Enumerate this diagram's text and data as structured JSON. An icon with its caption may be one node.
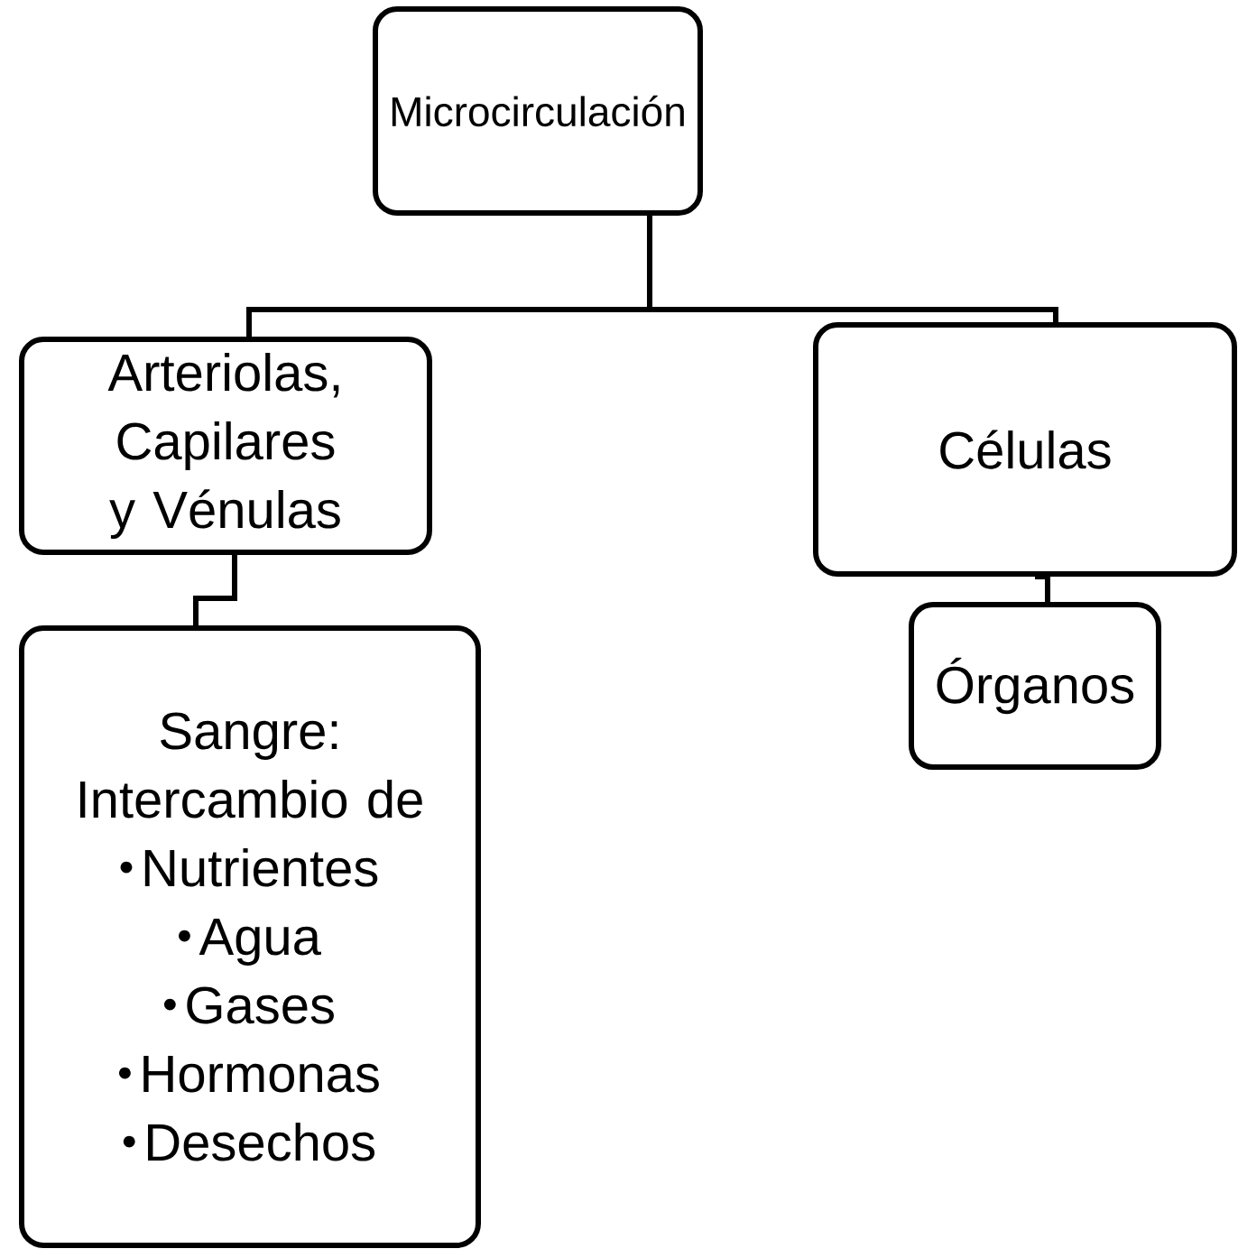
{
  "diagram": {
    "nodes": [
      {
        "text": [
          "Microcirculación"
        ]
      },
      {
        "text": [
          "Arteriolas, Capilares y Vénulas"
        ]
      },
      {
        "text": [
          "Células"
        ]
      },
      {
        "text": [
          "Sangre: Intercambio de",
          "Nutrientes",
          "Agua",
          "Gases",
          "Hormonas",
          "Desechos"
        ]
      },
      {
        "text": [
          "Órganos"
        ]
      }
    ],
    "edges": [
      {
        "from": 0,
        "to": 1,
        "arrow": "none"
      },
      {
        "from": 0,
        "to": 2,
        "arrow": "none"
      },
      {
        "from": 1,
        "to": 3,
        "arrow": "none"
      },
      {
        "from": 2,
        "to": 4,
        "arrow": "none"
      }
    ]
  }
}
